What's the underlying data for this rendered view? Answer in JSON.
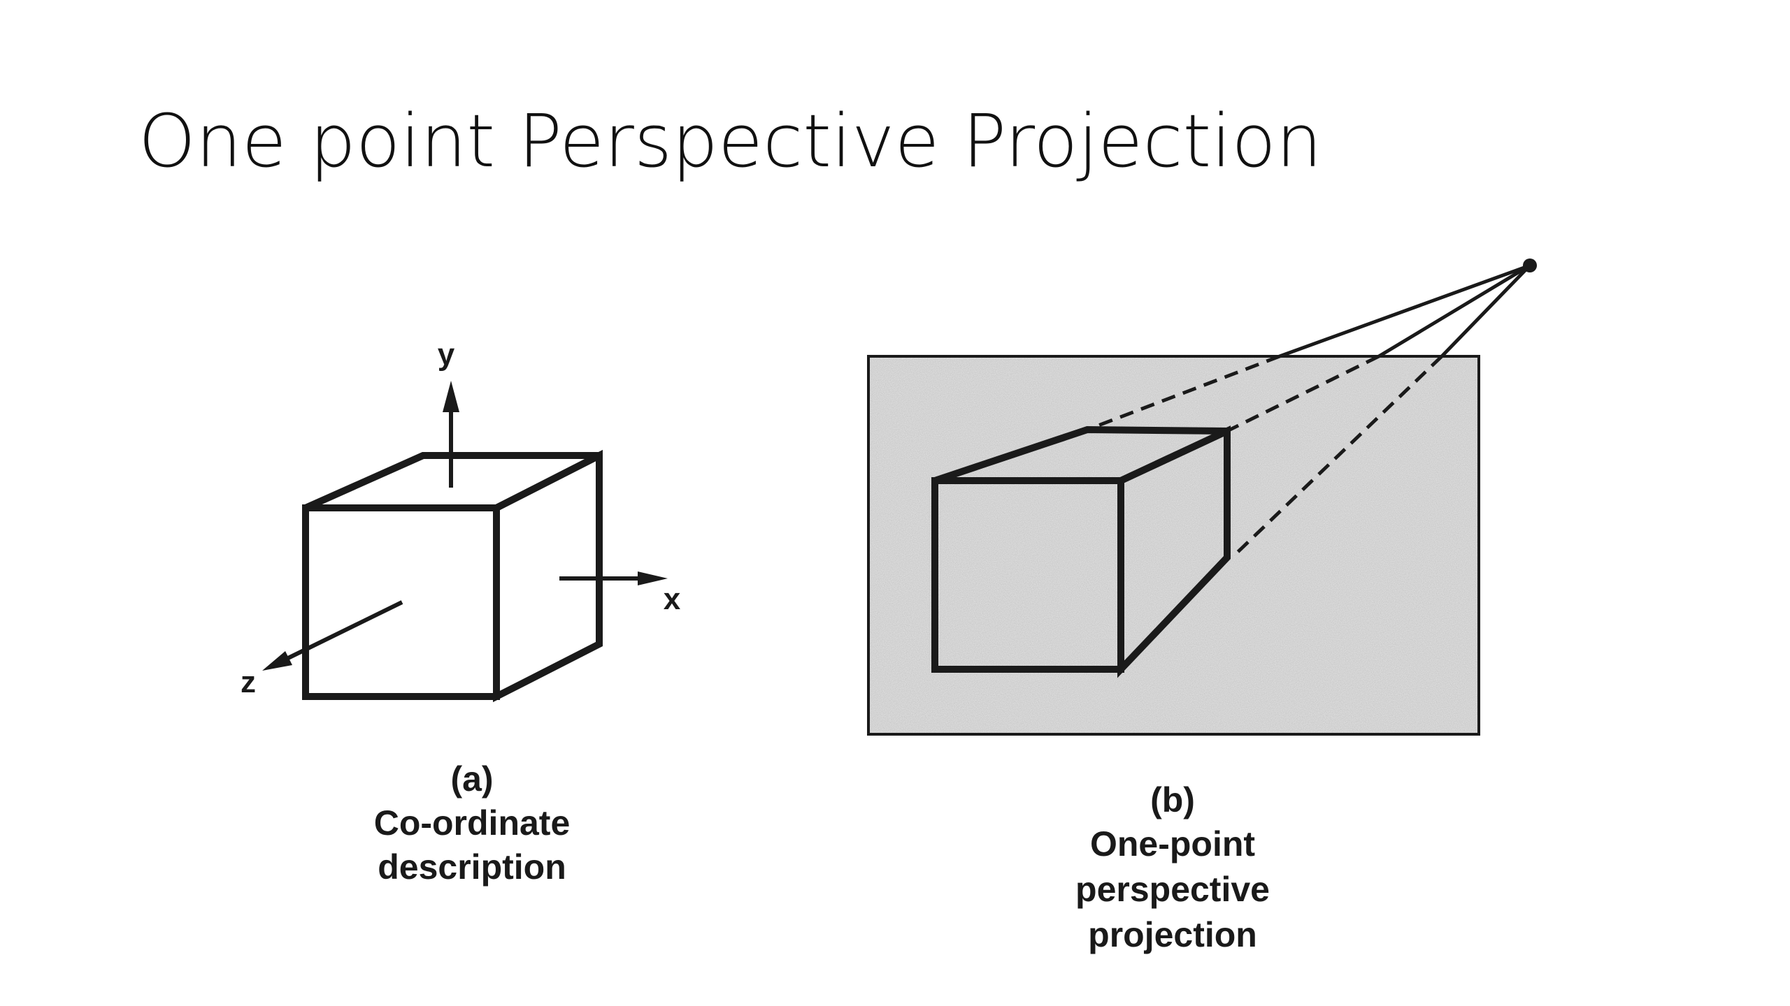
{
  "slide": {
    "title": "One point Perspective Projection"
  },
  "figure_a": {
    "label": "(a)",
    "caption_line1": "Co-ordinate",
    "caption_line2": "description",
    "axes": {
      "x": "x",
      "y": "y",
      "z": "z"
    }
  },
  "figure_b": {
    "label": "(b)",
    "caption_line1": "One-point",
    "caption_line2": "perspective",
    "caption_line3": "projection"
  },
  "colors": {
    "ink": "#1a1a1a",
    "panel_fill": "#e6e6e6",
    "background": "#ffffff"
  }
}
